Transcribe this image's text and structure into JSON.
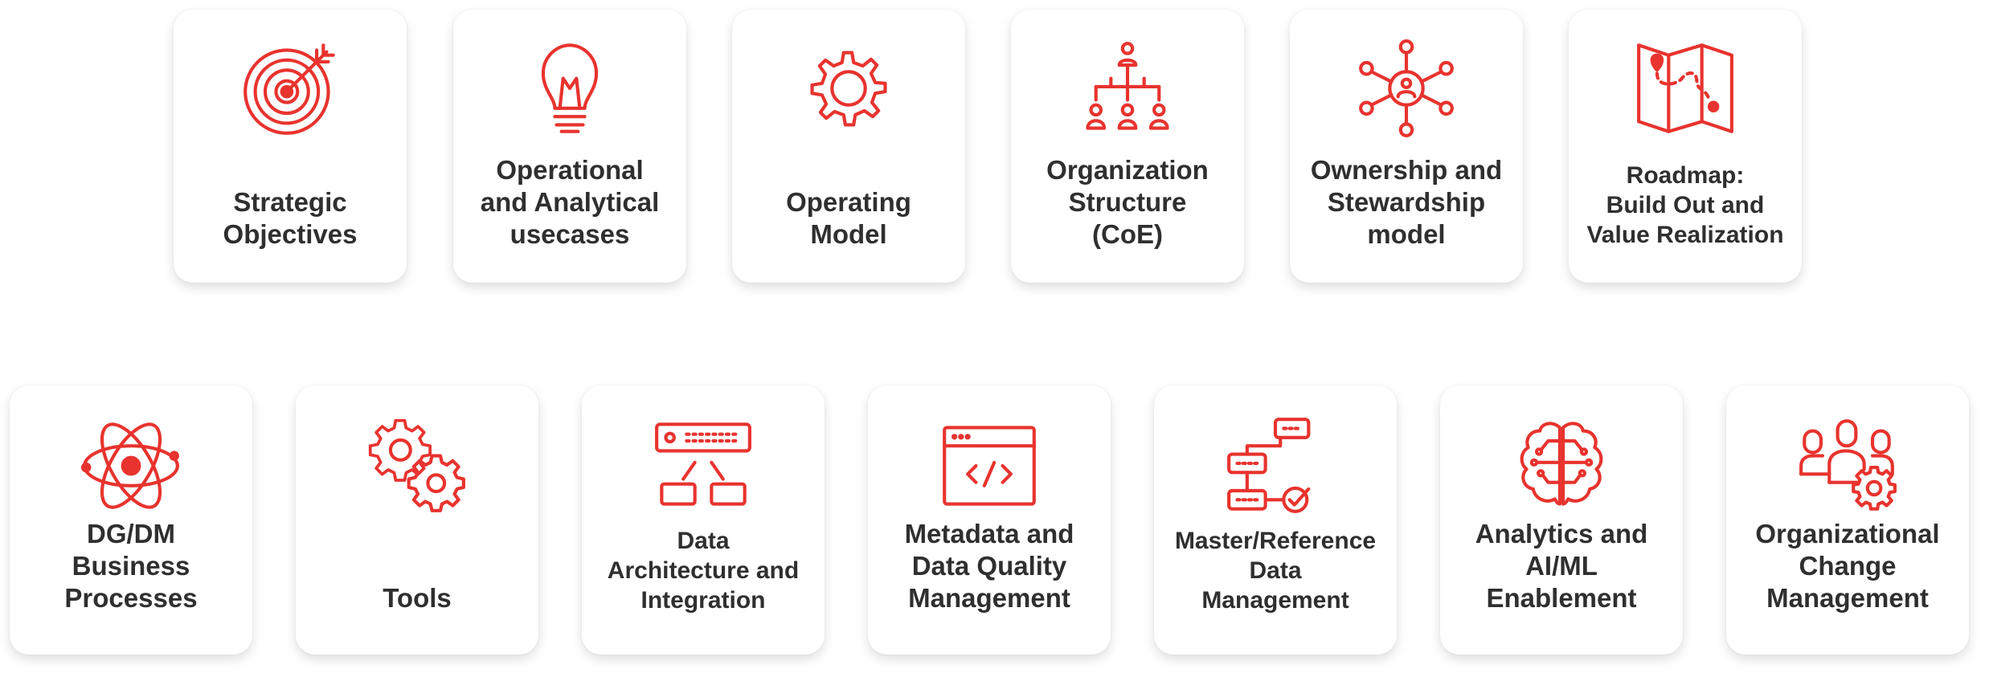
{
  "diagram": {
    "accent_color": "#e8332e",
    "top_row": [
      {
        "label": "Strategic\nObjectives",
        "icon": "target-icon"
      },
      {
        "label": "Operational\nand Analytical\nusecases",
        "icon": "lightbulb-icon"
      },
      {
        "label": "Operating\nModel",
        "icon": "gear-icon"
      },
      {
        "label": "Organization\nStructure\n(CoE)",
        "icon": "org-chart-icon"
      },
      {
        "label": "Ownership and\nStewardship\nmodel",
        "icon": "network-person-icon"
      },
      {
        "label": "Roadmap:\nBuild Out and\nValue Realization",
        "icon": "map-icon"
      }
    ],
    "bottom_row": [
      {
        "label": "DG/DM\nBusiness\nProcesses",
        "icon": "atom-icon"
      },
      {
        "label": "Tools",
        "icon": "gears-icon"
      },
      {
        "label": "Data\nArchitecture and\nIntegration",
        "icon": "server-icon"
      },
      {
        "label": "Metadata and\nData Quality\nManagement",
        "icon": "code-window-icon"
      },
      {
        "label": "Master/Reference\nData\nManagement",
        "icon": "workflow-icon"
      },
      {
        "label": "Analytics and\nAI/ML\nEnablement",
        "icon": "ai-brain-icon"
      },
      {
        "label": "Organizational\nChange\nManagement",
        "icon": "team-gear-icon"
      }
    ]
  }
}
